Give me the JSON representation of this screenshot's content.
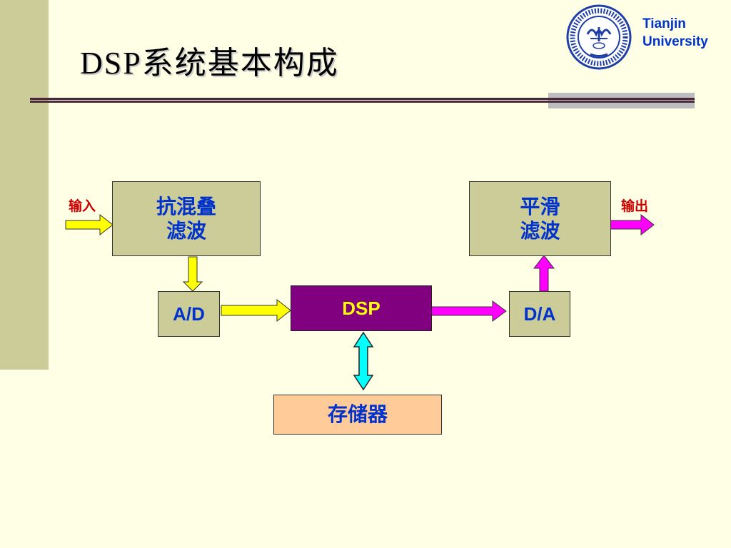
{
  "slide": {
    "title": "DSP系统基本构成",
    "university_line1": "Tianjin",
    "university_line2": "University"
  },
  "diagram": {
    "input_label": "输入",
    "output_label": "输出",
    "antialias_filter": {
      "line1": "抗混叠",
      "line2": "滤波"
    },
    "smoothing_filter": {
      "line1": "平滑",
      "line2": "滤波"
    },
    "adc": "A/D",
    "dsp": "DSP",
    "dac": "D/A",
    "memory": "存储器"
  },
  "colors": {
    "background": "#FFFFE5",
    "accent_bar": "#CCCC99",
    "box_text": "#0033CC",
    "dsp_fill": "#800080",
    "dsp_text": "#FFFF00",
    "memory_fill": "#FFCC99",
    "io_label": "#CC0000",
    "arrow_input": "#FFFF00",
    "arrow_output": "#FF00FF",
    "arrow_memory": "#00FFFF"
  },
  "icons": {
    "logo": "tianjin-university-seal-icon"
  }
}
